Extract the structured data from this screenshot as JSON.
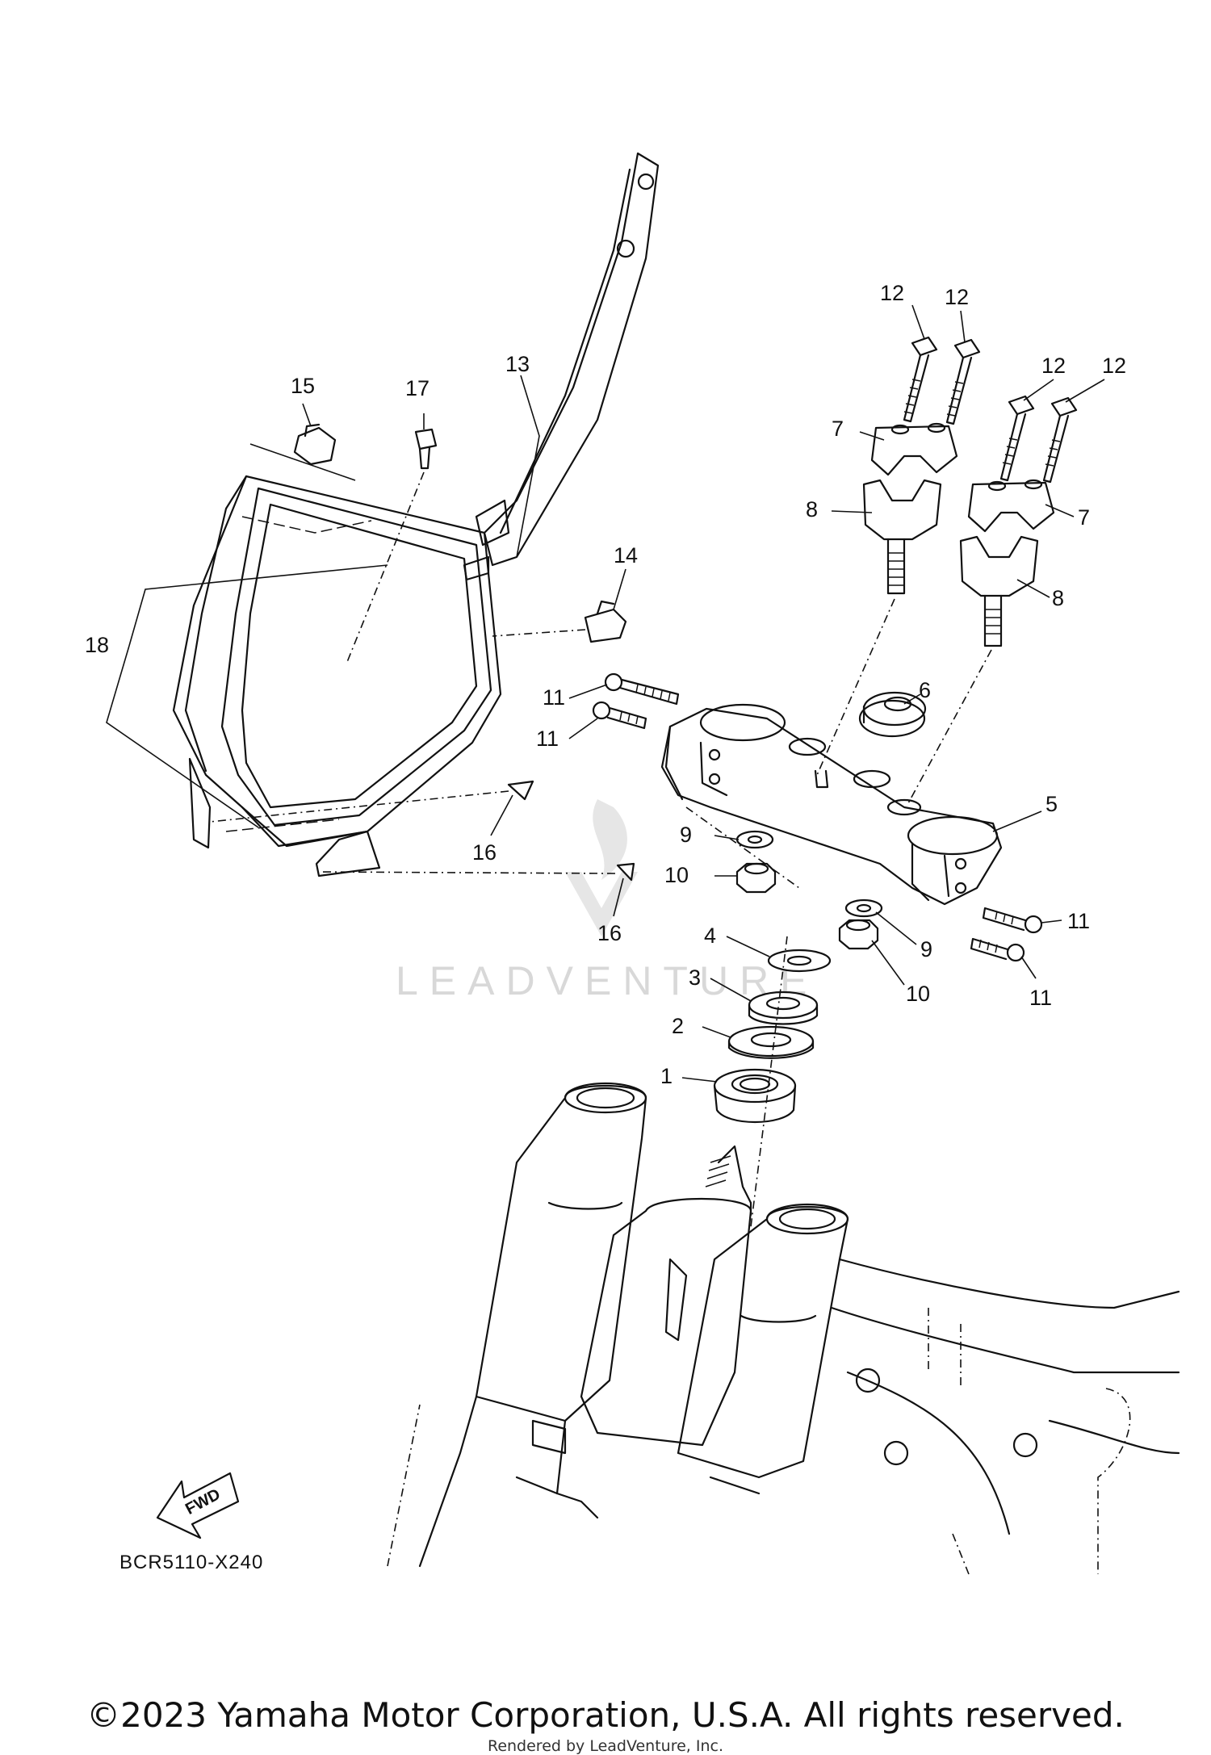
{
  "diagram": {
    "part_code": "BCR5110-X240",
    "fwd_label": "FWD",
    "watermark": "LEADVENTURE",
    "callouts": {
      "c1": "1",
      "c2": "2",
      "c3": "3",
      "c4": "4",
      "c5": "5",
      "c6": "6",
      "c7a": "7",
      "c7b": "7",
      "c8a": "8",
      "c8b": "8",
      "c9a": "9",
      "c9b": "9",
      "c10a": "10",
      "c10b": "10",
      "c11a": "11",
      "c11b": "11",
      "c11c": "11",
      "c11d": "11",
      "c12a": "12",
      "c12b": "12",
      "c12c": "12",
      "c12d": "12",
      "c13": "13",
      "c14": "14",
      "c15": "15",
      "c16a": "16",
      "c16b": "16",
      "c17": "17",
      "c18": "18"
    }
  },
  "footer": {
    "copyright": "©2023 Yamaha Motor Corporation, U.S.A. All rights reserved.",
    "rendered_by": "Rendered by LeadVenture, Inc."
  }
}
